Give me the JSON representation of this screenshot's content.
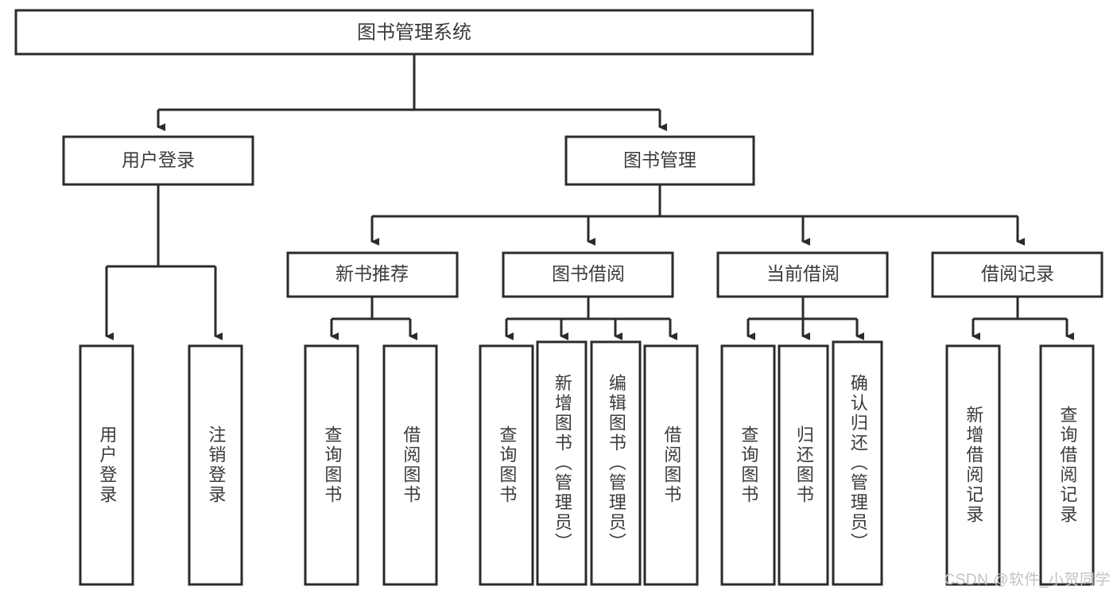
{
  "diagram": {
    "type": "tree-hierarchy",
    "title": "图书管理系统",
    "watermark": "CSDN @软件_小贺同学",
    "colors": {
      "stroke": "#2b2b2b",
      "box_fill": "#ffffff",
      "text": "#3b3b3b",
      "background": "#ffffff",
      "watermark": "#c3c3c3"
    },
    "levels": {
      "root": {
        "label": "图书管理系统"
      },
      "level1": [
        {
          "id": "user-login",
          "label": "用户登录"
        },
        {
          "id": "book-manage",
          "label": "图书管理"
        }
      ],
      "level2": [
        {
          "id": "new-book-rec",
          "label": "新书推荐",
          "parent": "book-manage"
        },
        {
          "id": "book-borrow",
          "label": "图书借阅",
          "parent": "book-manage"
        },
        {
          "id": "current-borrow",
          "label": "当前借阅",
          "parent": "book-manage"
        },
        {
          "id": "borrow-record",
          "label": "借阅记录",
          "parent": "book-manage"
        }
      ],
      "leaves": [
        {
          "id": "leaf-user-login",
          "label": "用户登录",
          "parent": "user-login"
        },
        {
          "id": "leaf-logout",
          "label": "注销登录",
          "parent": "user-login"
        },
        {
          "id": "leaf-query-book-1",
          "label": "查询图书",
          "parent": "new-book-rec"
        },
        {
          "id": "leaf-borrow-book-1",
          "label": "借阅图书",
          "parent": "new-book-rec"
        },
        {
          "id": "leaf-query-book-2",
          "label": "查询图书",
          "parent": "book-borrow"
        },
        {
          "id": "leaf-add-book",
          "label": "新增图书（管理员）",
          "parent": "book-borrow"
        },
        {
          "id": "leaf-edit-book",
          "label": "编辑图书（管理员）",
          "parent": "book-borrow"
        },
        {
          "id": "leaf-borrow-book-2",
          "label": "借阅图书",
          "parent": "book-borrow"
        },
        {
          "id": "leaf-query-book-3",
          "label": "查询图书",
          "parent": "current-borrow"
        },
        {
          "id": "leaf-return-book",
          "label": "归还图书",
          "parent": "current-borrow"
        },
        {
          "id": "leaf-confirm-return",
          "label": "确认归还（管理员）",
          "parent": "current-borrow"
        },
        {
          "id": "leaf-add-record",
          "label": "新增借阅记录",
          "parent": "borrow-record"
        },
        {
          "id": "leaf-query-record",
          "label": "查询借阅记录",
          "parent": "borrow-record"
        }
      ]
    }
  }
}
